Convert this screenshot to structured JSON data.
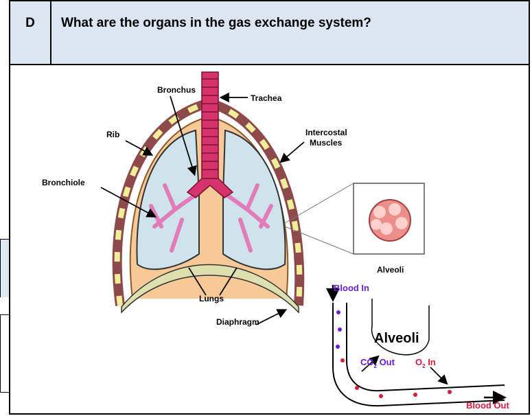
{
  "header": {
    "letter": "D",
    "question": "What are the organs in the gas exchange system?"
  },
  "labels": {
    "bronchus": "Bronchus",
    "trachea": "Trachea",
    "rib": "Rib",
    "intercostal_1": "Intercostal",
    "intercostal_2": "Muscles",
    "bronchiole": "Bronchiole",
    "alveoli_small": "Alveoli",
    "lungs": "Lungs",
    "diaphragm": "Diaphragm",
    "blood_in": "Blood In",
    "alveoli_big": "Alveoli",
    "co2": "CO",
    "co2_sub": "2",
    "co2_out": " Out",
    "o2": "O",
    "o2_sub": "2",
    "o2_in": " In",
    "blood_out": "Blood Out"
  },
  "colors": {
    "header_bg": "#dce6f3",
    "trachea": "#d6336c",
    "lung_fill": "#cfe3ec",
    "chest": "#f6c996",
    "co2": "#6a1bd4",
    "o2": "#d81b3a"
  }
}
